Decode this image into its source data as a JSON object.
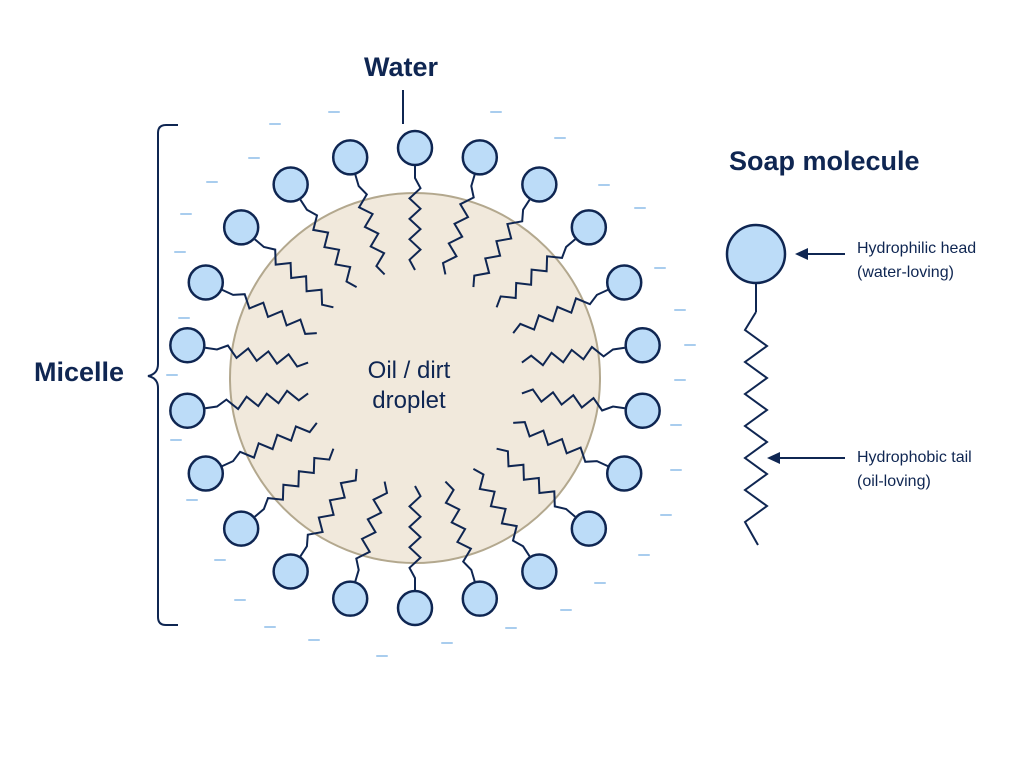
{
  "labels": {
    "water": "Water",
    "micelle": "Micelle",
    "droplet_line1": "Oil / dirt",
    "droplet_line2": "droplet",
    "soap_molecule": "Soap molecule",
    "head_line1": "Hydrophilic head",
    "head_line2": "(water-loving)",
    "tail_line1": "Hydrophobic tail",
    "tail_line2": "(oil-loving)"
  },
  "colors": {
    "outline": "#0f2652",
    "head_fill": "#bcdcf8",
    "droplet_fill": "#f1e9dc",
    "droplet_stroke": "#b3a88e",
    "water_dash": "#a9cdee",
    "background": "#ffffff"
  },
  "micelle": {
    "surfactant_count": 22
  }
}
